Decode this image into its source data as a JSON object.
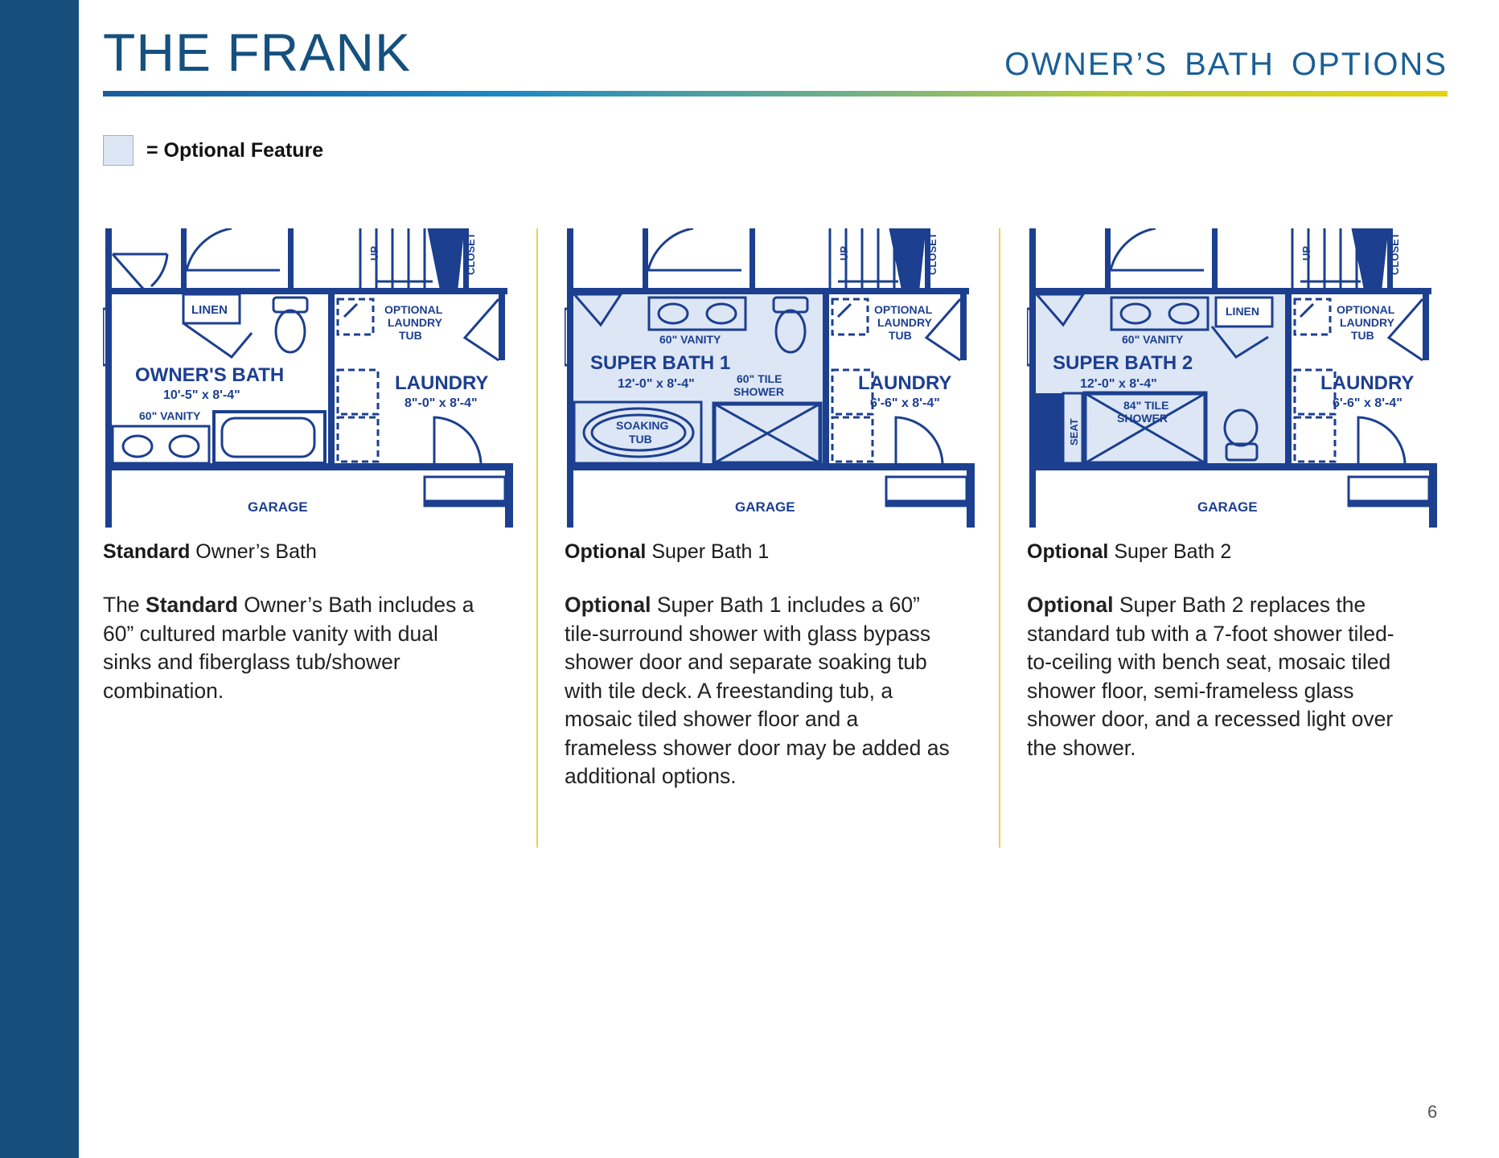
{
  "header": {
    "title": "THE FRANK",
    "subtitle": "OWNER’S  BATH  OPTIONS"
  },
  "legend": {
    "label": "= Optional Feature",
    "swatch_color": "#dde6f5"
  },
  "colors": {
    "sidebar": "#164f7c",
    "plan_lines": "#1c3f8f",
    "optional_fill": "#dde6f5",
    "divider": "#e6d44a"
  },
  "columns": [
    {
      "caption_bold": "Standard",
      "caption_rest": " Owner’s Bath",
      "desc_pre": "The ",
      "desc_bold": "Standard",
      "desc_rest": " Owner’s Bath includes a 60” cultured marble vanity with dual sinks and fiberglass tub/shower combination.",
      "plan": {
        "room": "OWNER'S BATH",
        "room_size": "10'-5\" x 8'-4\"",
        "vanity": "60\" VANITY",
        "linen": "LINEN",
        "laundry_tub": [
          "OPTIONAL",
          "LAUNDRY",
          "TUB"
        ],
        "laundry": "LAUNDRY",
        "laundry_size": "8\"-0\" x 8'-4\"",
        "garage": "GARAGE",
        "up": "UP",
        "closet": "CLOSET"
      }
    },
    {
      "caption_bold": "Optional",
      "caption_rest": " Super Bath 1",
      "desc_pre": "",
      "desc_bold": "Optional",
      "desc_rest": " Super Bath 1 includes a 60” tile-surround shower with glass bypass shower door and separate soaking tub with tile deck. A freestanding tub, a mosaic tiled shower floor and a frameless shower door may be added as additional options.",
      "plan": {
        "room": "SUPER BATH 1",
        "room_size": "12'-0\" x 8'-4\"",
        "vanity": "60\" VANITY",
        "shower": [
          "60\" TILE",
          "SHOWER"
        ],
        "tub": [
          "SOAKING",
          "TUB"
        ],
        "laundry_tub": [
          "OPTIONAL",
          "LAUNDRY",
          "TUB"
        ],
        "laundry": "LAUNDRY",
        "laundry_size": "6'-6\" x 8'-4\"",
        "garage": "GARAGE",
        "up": "UP",
        "closet": "CLOSET"
      }
    },
    {
      "caption_bold": "Optional",
      "caption_rest": " Super Bath 2",
      "desc_pre": "",
      "desc_bold": "Optional",
      "desc_rest": " Super Bath 2 replaces the standard tub with a 7-foot shower tiled-to-ceiling with bench seat, mosaic tiled shower floor, semi-frameless glass shower door, and a recessed light over the shower.",
      "plan": {
        "room": "SUPER BATH 2",
        "room_size": "12'-0\" x 8'-4\"",
        "vanity": "60\" VANITY",
        "linen": "LINEN",
        "shower": [
          "84\" TILE",
          "SHOWER"
        ],
        "seat": "SEAT",
        "laundry_tub": [
          "OPTIONAL",
          "LAUNDRY",
          "TUB"
        ],
        "laundry": "LAUNDRY",
        "laundry_size": "6'-6\" x 8'-4\"",
        "garage": "GARAGE",
        "up": "UP",
        "closet": "CLOSET"
      }
    }
  ],
  "page_number": "6"
}
